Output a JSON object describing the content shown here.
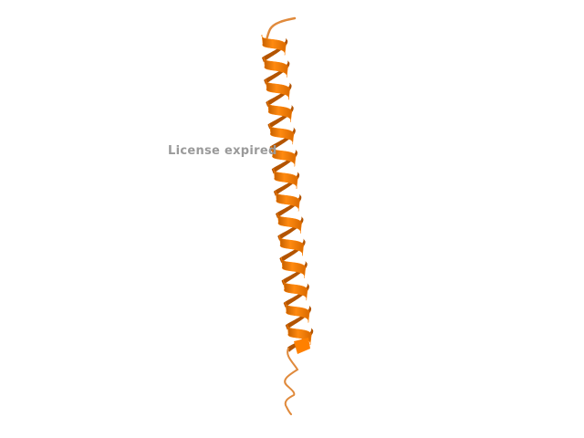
{
  "viewer": {
    "background_color": "#ffffff",
    "watermark_text": "License expired",
    "watermark_color": "#9a9a9a"
  },
  "structure": {
    "representation": "cartoon",
    "secondary_structure": "alpha-helix",
    "helix_color": "#ff8000",
    "helix_shade_color": "#b35400",
    "coil_color": "#e08a3c"
  }
}
